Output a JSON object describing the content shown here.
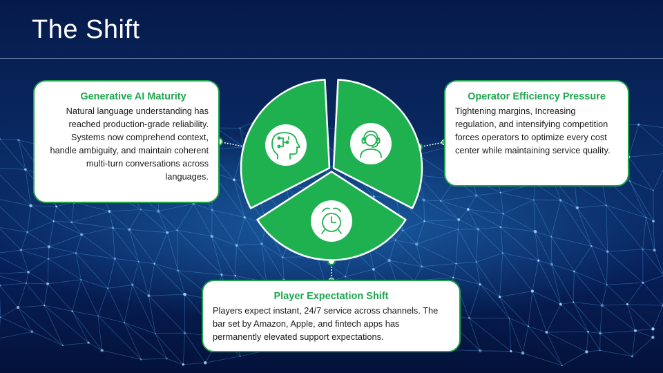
{
  "slide": {
    "title": "The Shift"
  },
  "segments": [
    {
      "id": "generative-ai",
      "title": "Generative AI Maturity",
      "body": "Natural language understanding has reached production-grade reliability. Systems now comprehend context, handle ambiguity, and maintain coherent multi-turn conversations across languages.",
      "icon": "ai-head-icon"
    },
    {
      "id": "operator-efficiency",
      "title": "Operator Efficiency Pressure",
      "body": "Tightening margins, Increasing regulation, and intensifying competition forces operators to optimize every cost center while maintaining service quality.",
      "icon": "headset-agent-icon"
    },
    {
      "id": "player-expectation",
      "title": "Player Expectation Shift",
      "body": "Players expect instant, 24/7 service across channels. The bar set by Amazon, Apple, and fintech apps has permanently elevated support expectations.",
      "icon": "alarm-clock-icon"
    }
  ],
  "colors": {
    "accent_green": "#1fb14f",
    "card_border": "#1ea34a",
    "heading_green": "#1fa650",
    "background": "#061a4a"
  }
}
